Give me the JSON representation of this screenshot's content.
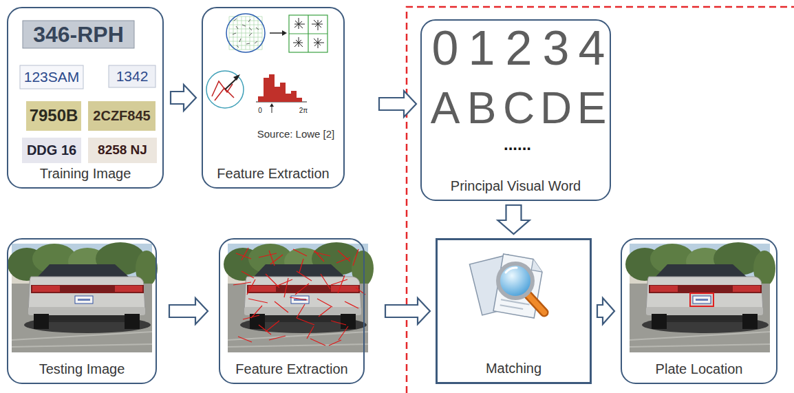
{
  "diagram": {
    "nodes": [
      {
        "text": [
          "Training Image"
        ]
      },
      {
        "text": [
          "Source: Lowe [2]",
          "Feature Extraction"
        ]
      },
      {
        "text": [
          "Principal Visual Word"
        ]
      },
      {
        "text": [
          "Testing Image"
        ]
      },
      {
        "text": [
          "Feature Extraction"
        ]
      },
      {
        "text": [
          "Matching"
        ]
      },
      {
        "text": [
          "Plate Location"
        ]
      }
    ],
    "edges": [
      {
        "from": 0,
        "to": 1,
        "arrow": "to"
      },
      {
        "from": 1,
        "to": 2,
        "arrow": "to"
      },
      {
        "from": 2,
        "to": 5,
        "arrow": "to"
      },
      {
        "from": 3,
        "to": 4,
        "arrow": "to"
      },
      {
        "from": 4,
        "to": 5,
        "arrow": "to"
      },
      {
        "from": 5,
        "to": 6,
        "arrow": "to"
      }
    ],
    "labels": [
      "346-RPH",
      "123SAM",
      "1342",
      "7950B",
      "2CZF845",
      "DDG 16",
      "8258 NJ",
      "0",
      "2π",
      "0",
      "1",
      "2",
      "3",
      "4",
      "A",
      "B",
      "C",
      "D",
      "E",
      "......"
    ]
  }
}
